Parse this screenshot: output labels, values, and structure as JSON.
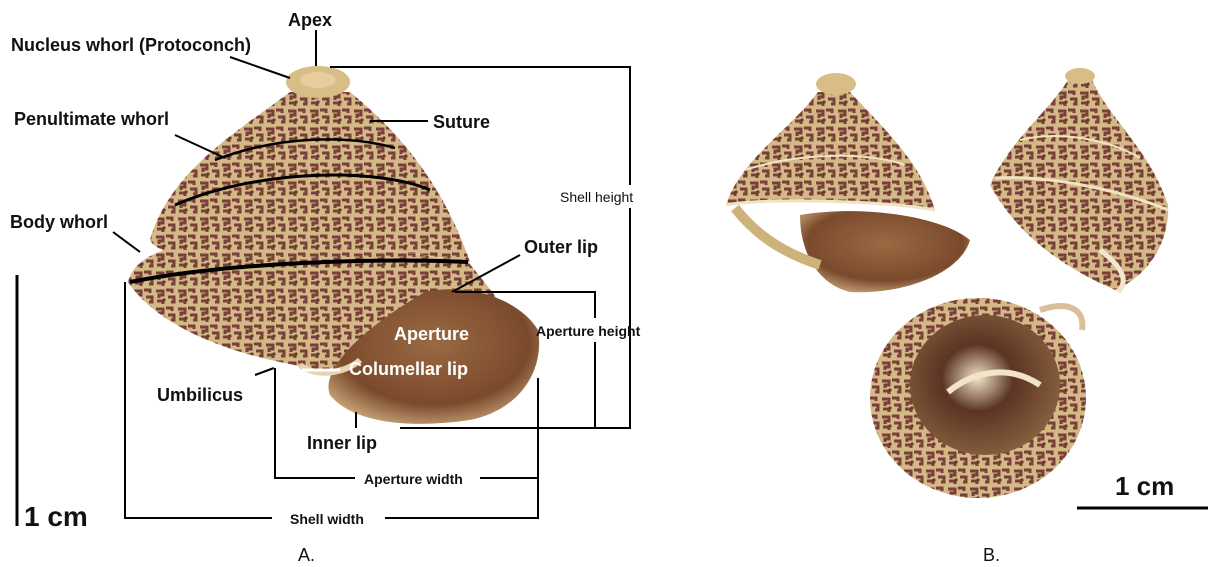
{
  "panelA": {
    "caption": "A.",
    "labels": {
      "apex": "Apex",
      "nucleus_whorl": "Nucleus whorl (Protoconch)",
      "penultimate_whorl": "Penultimate whorl",
      "suture": "Suture",
      "body_whorl": "Body whorl",
      "outer_lip": "Outer lip",
      "aperture": "Aperture",
      "columellar_lip": "Columellar lip",
      "umbilicus": "Umbilicus",
      "inner_lip": "Inner lip"
    },
    "dimensions": {
      "shell_height": "Shell height",
      "aperture_height": "Aperture height",
      "aperture_width": "Aperture width",
      "shell_width": "Shell width"
    },
    "scale_bar": "1 cm"
  },
  "panelB": {
    "caption": "B.",
    "scale_bar": "1 cm"
  },
  "colors": {
    "shell_base": "#cdb27c",
    "shell_pattern": "#7a3f3a",
    "aperture": "#8a5a3a",
    "line": "#000000"
  }
}
